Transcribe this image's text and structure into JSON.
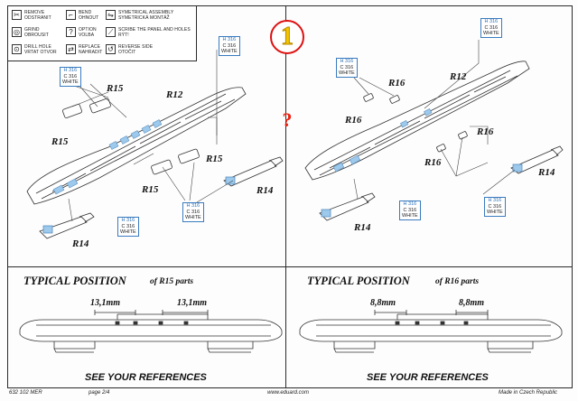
{
  "legend": {
    "items": [
      {
        "icon": "remove-icon",
        "glyph": "✂",
        "text": "REMOVE\nODSTRANIT"
      },
      {
        "icon": "bend-icon",
        "glyph": "⌐",
        "text": "BEND\nOHNOUT"
      },
      {
        "icon": "symmetrical-assembly-icon",
        "glyph": "⇋",
        "text": "SYMETRICAL ASSEMBLY\nSYMETRICKÁ MONTÁŽ"
      },
      {
        "icon": "grind-icon",
        "glyph": "◎",
        "text": "GRIND\nOBROUSIT"
      },
      {
        "icon": "option-icon",
        "glyph": "?",
        "text": "OPTION\nVOLBA"
      },
      {
        "icon": "scribe-icon",
        "glyph": "⟋",
        "text": "SCRIBE THE PANEL AND HOLES\nRÝT!"
      },
      {
        "icon": "drill-hole-icon",
        "glyph": "⊙",
        "text": "DRILL HOLE\nVRTAT OTVOR"
      },
      {
        "icon": "replace-icon",
        "glyph": "⇄",
        "text": "REPLACE\nNAHRADIT"
      },
      {
        "icon": "reverse-side-icon",
        "glyph": "↺",
        "text": "REVERSE SIDE\nOTOČIT"
      }
    ]
  },
  "step_number": "1",
  "option_mark": "?",
  "paint_callout": {
    "h": "H 316",
    "c": "C 316",
    "name": "WHITE"
  },
  "left_labels": {
    "r15a": "R15",
    "r12": "R12",
    "r15b": "R15",
    "r15c": "R15",
    "r15d": "R15",
    "r14a": "R14",
    "r14b": "R14"
  },
  "right_labels": {
    "r16a": "R16",
    "r12": "R12",
    "r16b": "R16",
    "r16c": "R16",
    "r16d": "R16",
    "r14a": "R14",
    "r14b": "R14"
  },
  "bottom_left": {
    "title": "TYPICAL POSITION",
    "sub": "of R15 parts",
    "dim1": "13,1mm",
    "dim2": "13,1mm",
    "refs": "SEE YOUR REFERENCES"
  },
  "bottom_right": {
    "title": "TYPICAL POSITION",
    "sub": "of R16 parts",
    "dim1": "8,8mm",
    "dim2": "8,8mm",
    "refs": "SEE YOUR REFERENCES"
  },
  "footer": {
    "code": "632 102  MER",
    "page": "page 2/4",
    "url": "www.eduard.com",
    "made": "Made in Czech Republic"
  },
  "colors": {
    "callout_blue": "#3a7bbf",
    "highlight_blue": "#9cc9ec",
    "step_red": "#d11",
    "step_yellow": "#f2c400"
  }
}
